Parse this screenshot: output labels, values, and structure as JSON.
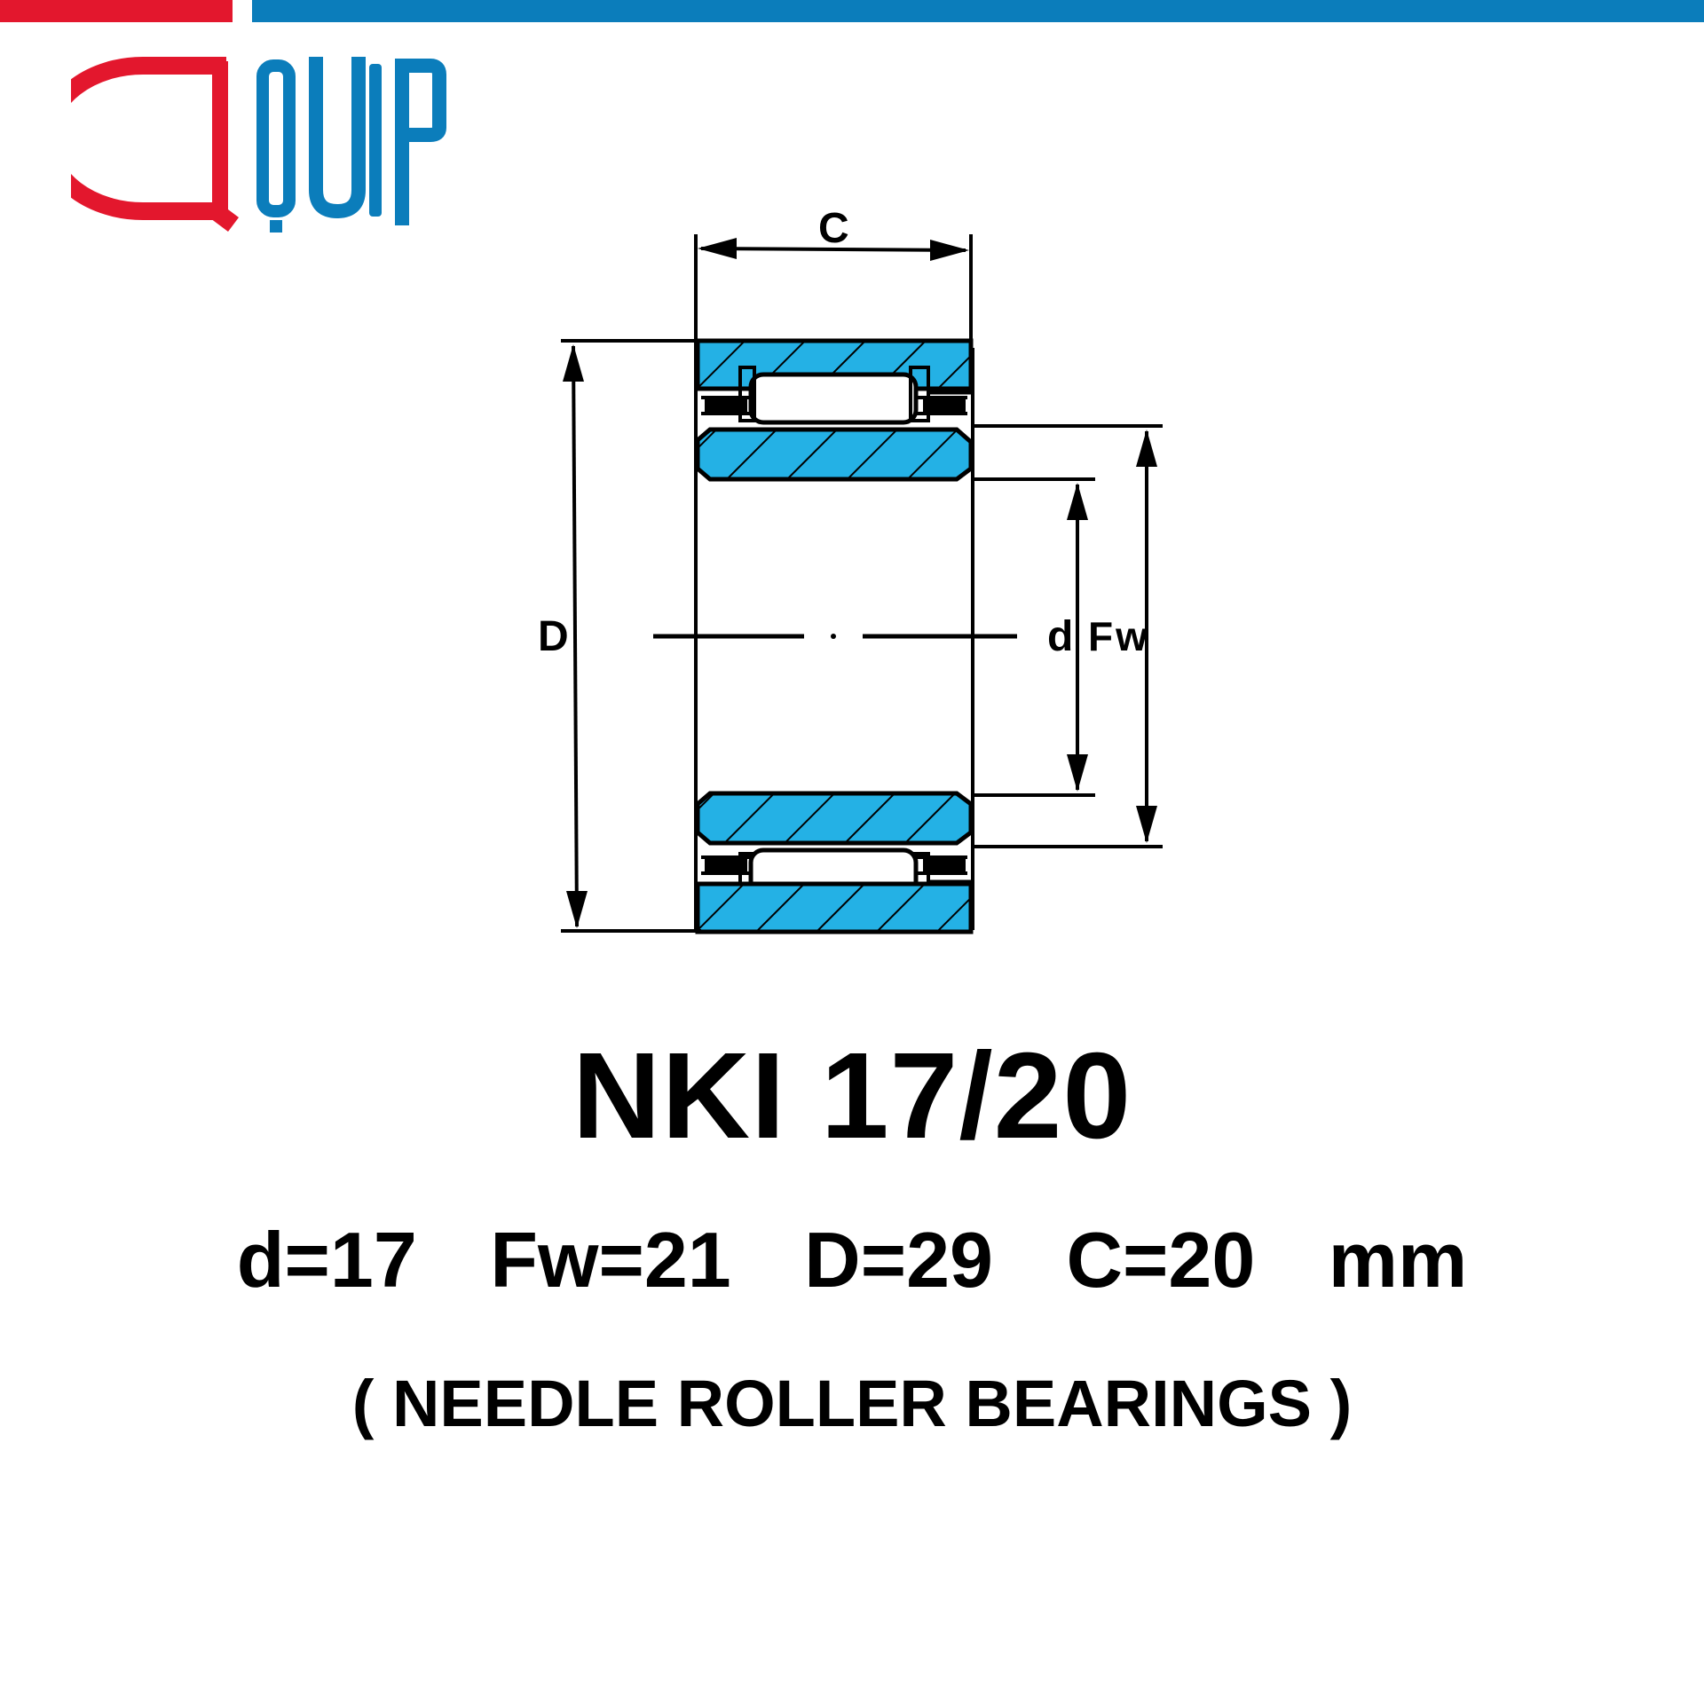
{
  "brand": {
    "name": "QUIP",
    "colors": {
      "red": "#e3172d",
      "blue": "#0b7dbb"
    }
  },
  "header_bars": {
    "left_color": "#e3172d",
    "right_color": "#0b7dbb"
  },
  "diagram": {
    "labels": {
      "width": "C",
      "outer_diameter": "D",
      "bore": "d",
      "raceway": "Fw"
    },
    "colors": {
      "section_fill": "#24b1e5",
      "stroke": "#000000"
    }
  },
  "product": {
    "model": "NKI 17/20",
    "specs": [
      {
        "label": "d=17"
      },
      {
        "label": "Fw=21"
      },
      {
        "label": "D=29"
      },
      {
        "label": "C=20"
      },
      {
        "label": "mm"
      }
    ],
    "category": "( NEEDLE ROLLER BEARINGS )"
  }
}
